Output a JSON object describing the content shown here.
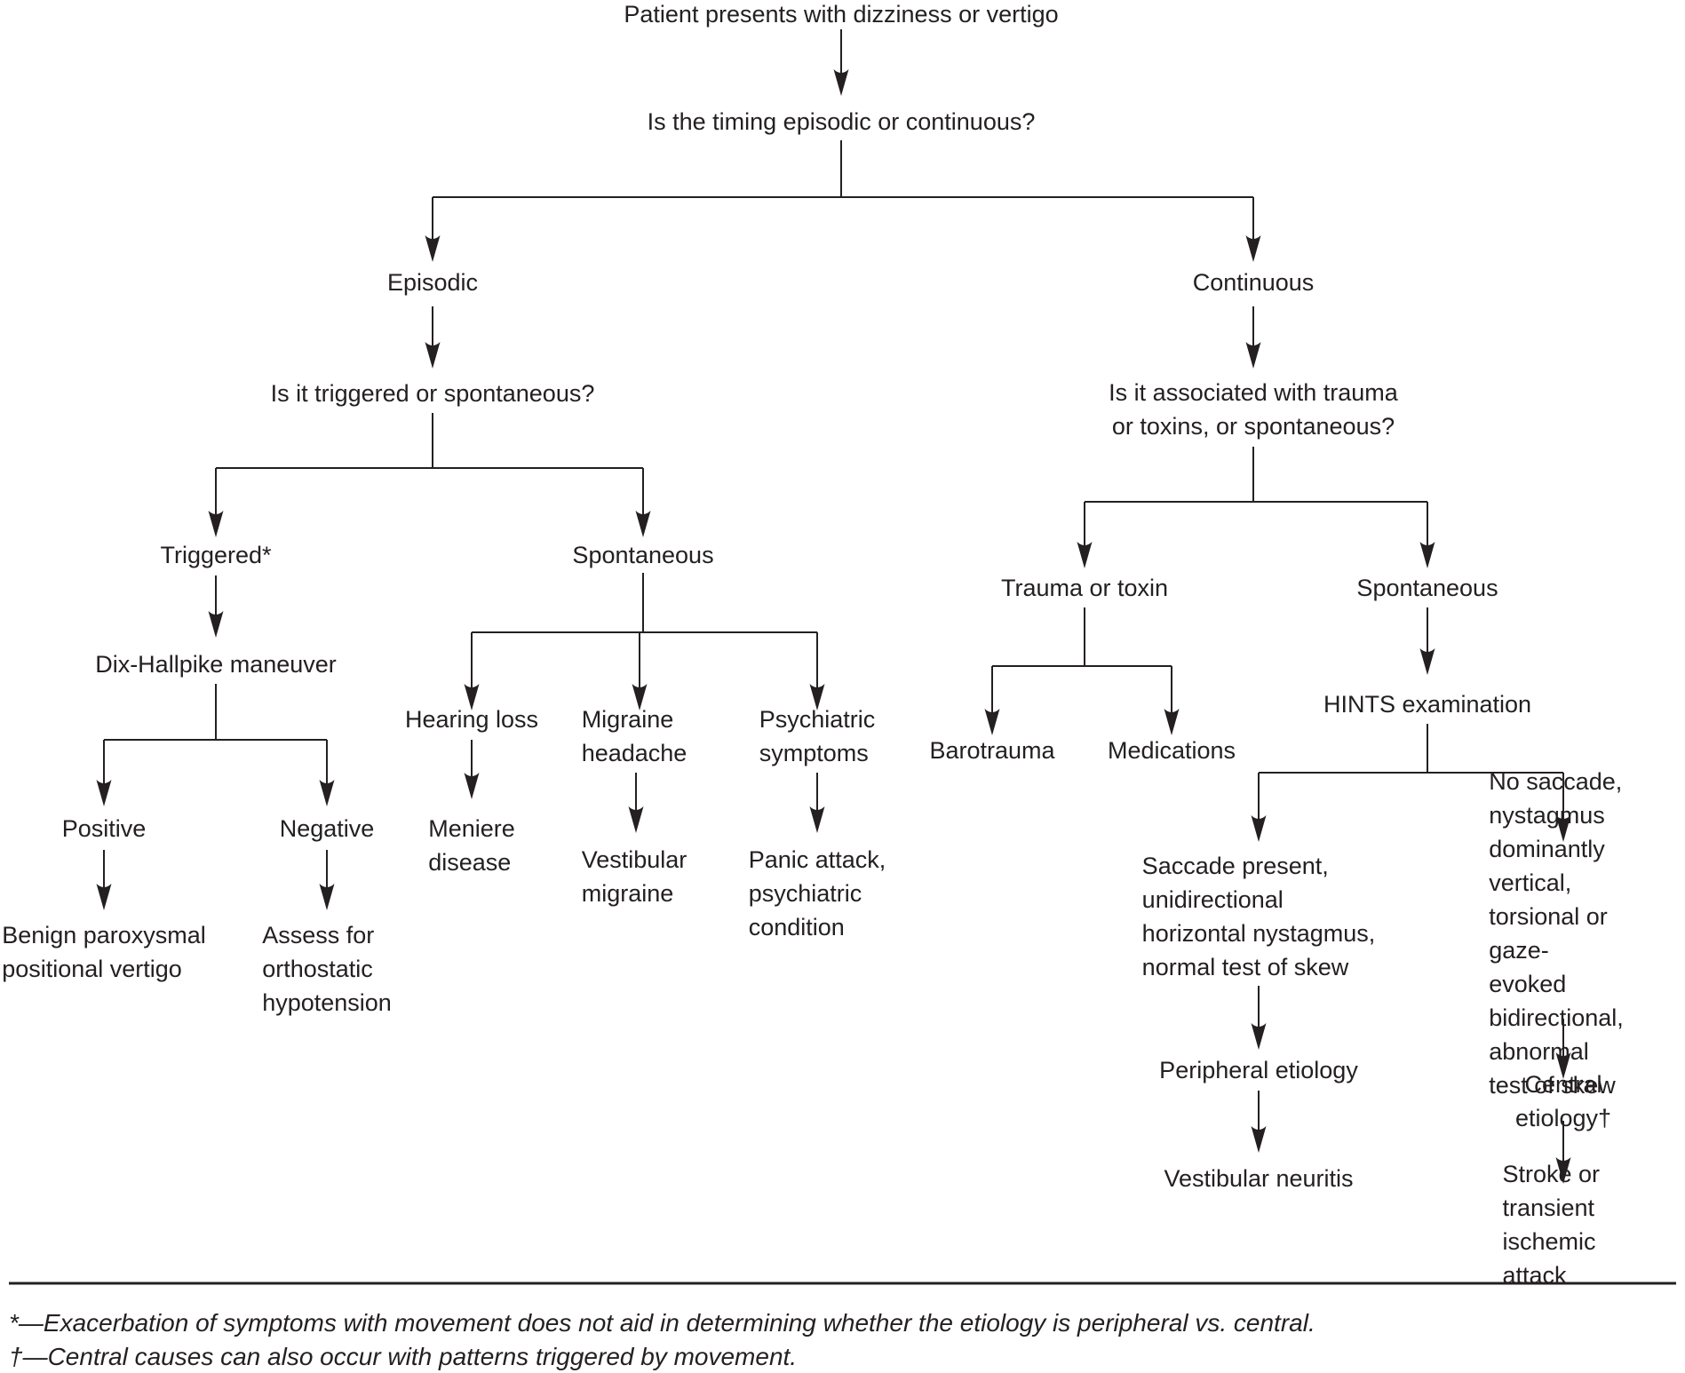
{
  "figure": {
    "colors": {
      "background": "#ffffff",
      "text": "#242021",
      "line": "#242021"
    },
    "nodes": {
      "patient": {
        "label": "Patient presents with dizziness or vertigo"
      },
      "timing_question": {
        "label": "Is the timing episodic or continuous?"
      },
      "episodic": {
        "label": "Episodic"
      },
      "continuous": {
        "label": "Continuous"
      },
      "triggered_question": {
        "label": "Is it triggered or spontaneous?"
      },
      "trauma_question": {
        "label": "Is it associated with trauma\nor toxins, or spontaneous?"
      },
      "triggered": {
        "label": "Triggered*"
      },
      "spontaneous_episodic": {
        "label": "Spontaneous"
      },
      "dix_hallpike": {
        "label": "Dix-Hallpike maneuver"
      },
      "positive": {
        "label": "Positive"
      },
      "negative": {
        "label": "Negative"
      },
      "bppv": {
        "label": "Benign paroxysmal\npositional vertigo"
      },
      "orthostatic": {
        "label": "Assess for\northostatic\nhypotension"
      },
      "hearing_loss": {
        "label": "Hearing loss"
      },
      "migraine_headache": {
        "label": "Migraine\nheadache"
      },
      "psychiatric_symptoms": {
        "label": "Psychiatric\nsymptoms"
      },
      "meniere": {
        "label": "Meniere\ndisease"
      },
      "vestibular_migraine": {
        "label": "Vestibular\nmigraine"
      },
      "panic": {
        "label": "Panic attack,\npsychiatric\ncondition"
      },
      "trauma_toxin": {
        "label": "Trauma or toxin"
      },
      "spontaneous_continuous": {
        "label": "Spontaneous"
      },
      "barotrauma": {
        "label": "Barotrauma"
      },
      "medications": {
        "label": "Medications"
      },
      "hints": {
        "label": "HINTS examination"
      },
      "saccade_present": {
        "label": "Saccade present,\nunidirectional\nhorizontal nystagmus,\nnormal test of skew"
      },
      "no_saccade": {
        "label": "No saccade, nystagmus\ndominantly vertical,\ntorsional or gaze-\nevoked bidirectional,\nabnormal test of skew"
      },
      "peripheral": {
        "label": "Peripheral etiology"
      },
      "vestibular_neuritis": {
        "label": "Vestibular neuritis"
      },
      "central": {
        "label": "Central etiology†"
      },
      "stroke": {
        "label": "Stroke or transient\nischemic attack"
      }
    },
    "footnotes": {
      "asterisk": "*—Exacerbation of symptoms with movement does not aid in determining whether the etiology is peripheral vs. central.",
      "dagger": "†—Central causes can also occur with patterns triggered by movement."
    }
  }
}
